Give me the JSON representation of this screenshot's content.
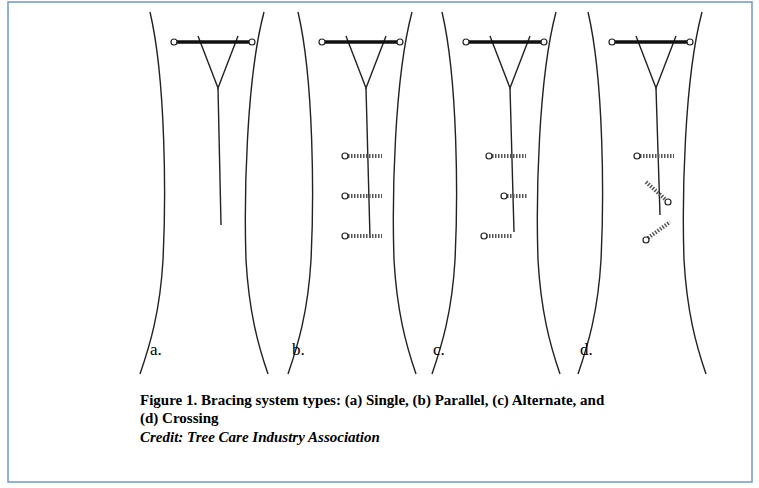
{
  "diagram": {
    "caption": "Figure 1. Bracing system types: (a) Single, (b) Parallel, (c) Alternate, and (d) Crossing",
    "labels": [
      "a.",
      "b.",
      "c.",
      "d.",
      "Credit: Tree Care Industry Association"
    ]
  }
}
